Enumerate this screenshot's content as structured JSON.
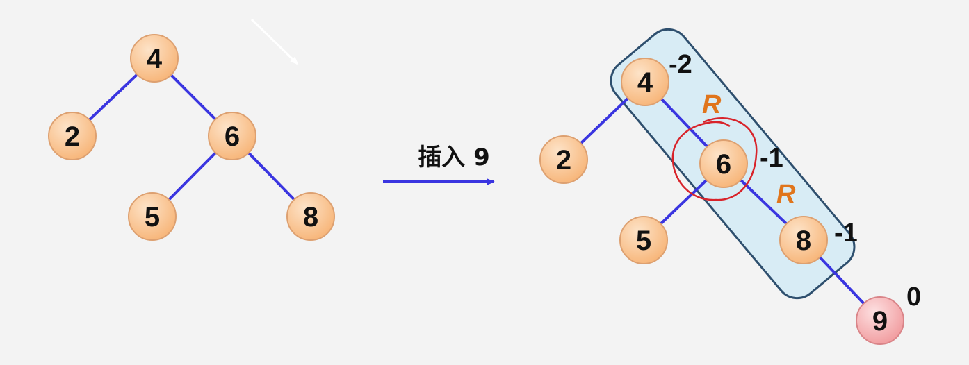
{
  "colors": {
    "background": "#f3f3f3",
    "edge": "#3a35e0",
    "node_fill": "#f7b67a",
    "node_fill_light": "#fde3c8",
    "node_stroke": "#dda070",
    "new_node_fill": "#f19da0",
    "new_node_fill_light": "#fde0e1",
    "new_node_stroke": "#d98488",
    "highlight_box_fill": "#d8ecf5",
    "highlight_box_stroke": "#2e4f6e",
    "rotation_label": "#e0751c",
    "pivot_circle": "#d8232a",
    "arrow": "#3a35e0"
  },
  "before_tree": {
    "nodes": [
      {
        "id": "a4",
        "label": "4"
      },
      {
        "id": "a2",
        "label": "2"
      },
      {
        "id": "a6",
        "label": "6"
      },
      {
        "id": "a5",
        "label": "5"
      },
      {
        "id": "a8",
        "label": "8"
      }
    ],
    "edges": [
      [
        "a4",
        "a2"
      ],
      [
        "a4",
        "a6"
      ],
      [
        "a6",
        "a5"
      ],
      [
        "a6",
        "a8"
      ]
    ]
  },
  "operation": {
    "label": "插入 9"
  },
  "after_tree": {
    "nodes": [
      {
        "id": "b4",
        "label": "4",
        "balance": "-2"
      },
      {
        "id": "b2",
        "label": "2"
      },
      {
        "id": "b6",
        "label": "6",
        "balance": "-1"
      },
      {
        "id": "b5",
        "label": "5"
      },
      {
        "id": "b8",
        "label": "8",
        "balance": "-1"
      },
      {
        "id": "b9",
        "label": "9",
        "balance": "0",
        "inserted": true
      }
    ],
    "edges": [
      [
        "b4",
        "b2"
      ],
      [
        "b4",
        "b6"
      ],
      [
        "b6",
        "b5"
      ],
      [
        "b6",
        "b8"
      ],
      [
        "b8",
        "b9"
      ]
    ],
    "rotation_labels": [
      "R",
      "R"
    ]
  }
}
